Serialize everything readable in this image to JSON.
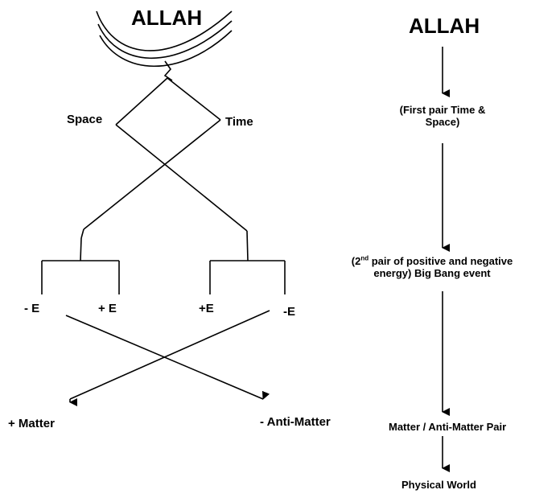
{
  "left_diagram": {
    "title": "ALLAH",
    "space_label": "Space",
    "time_label": "Time",
    "neg_e_left": "- E",
    "pos_e_left": "+ E",
    "pos_e_right": "+E",
    "neg_e_right": "-E",
    "plus_matter": "+ Matter",
    "minus_antimatter": "- Anti-Matter"
  },
  "right_flow": {
    "title": "ALLAH",
    "step1_line1": "(First pair Time &",
    "step1_line2": "Space)",
    "step2_prefix": "(2",
    "step2_sup": "nd",
    "step2_rest": " pair of positive and negative",
    "step2_line2": "energy) Big Bang event",
    "step3": "Matter / Anti-Matter Pair",
    "step4": "Physical World"
  }
}
